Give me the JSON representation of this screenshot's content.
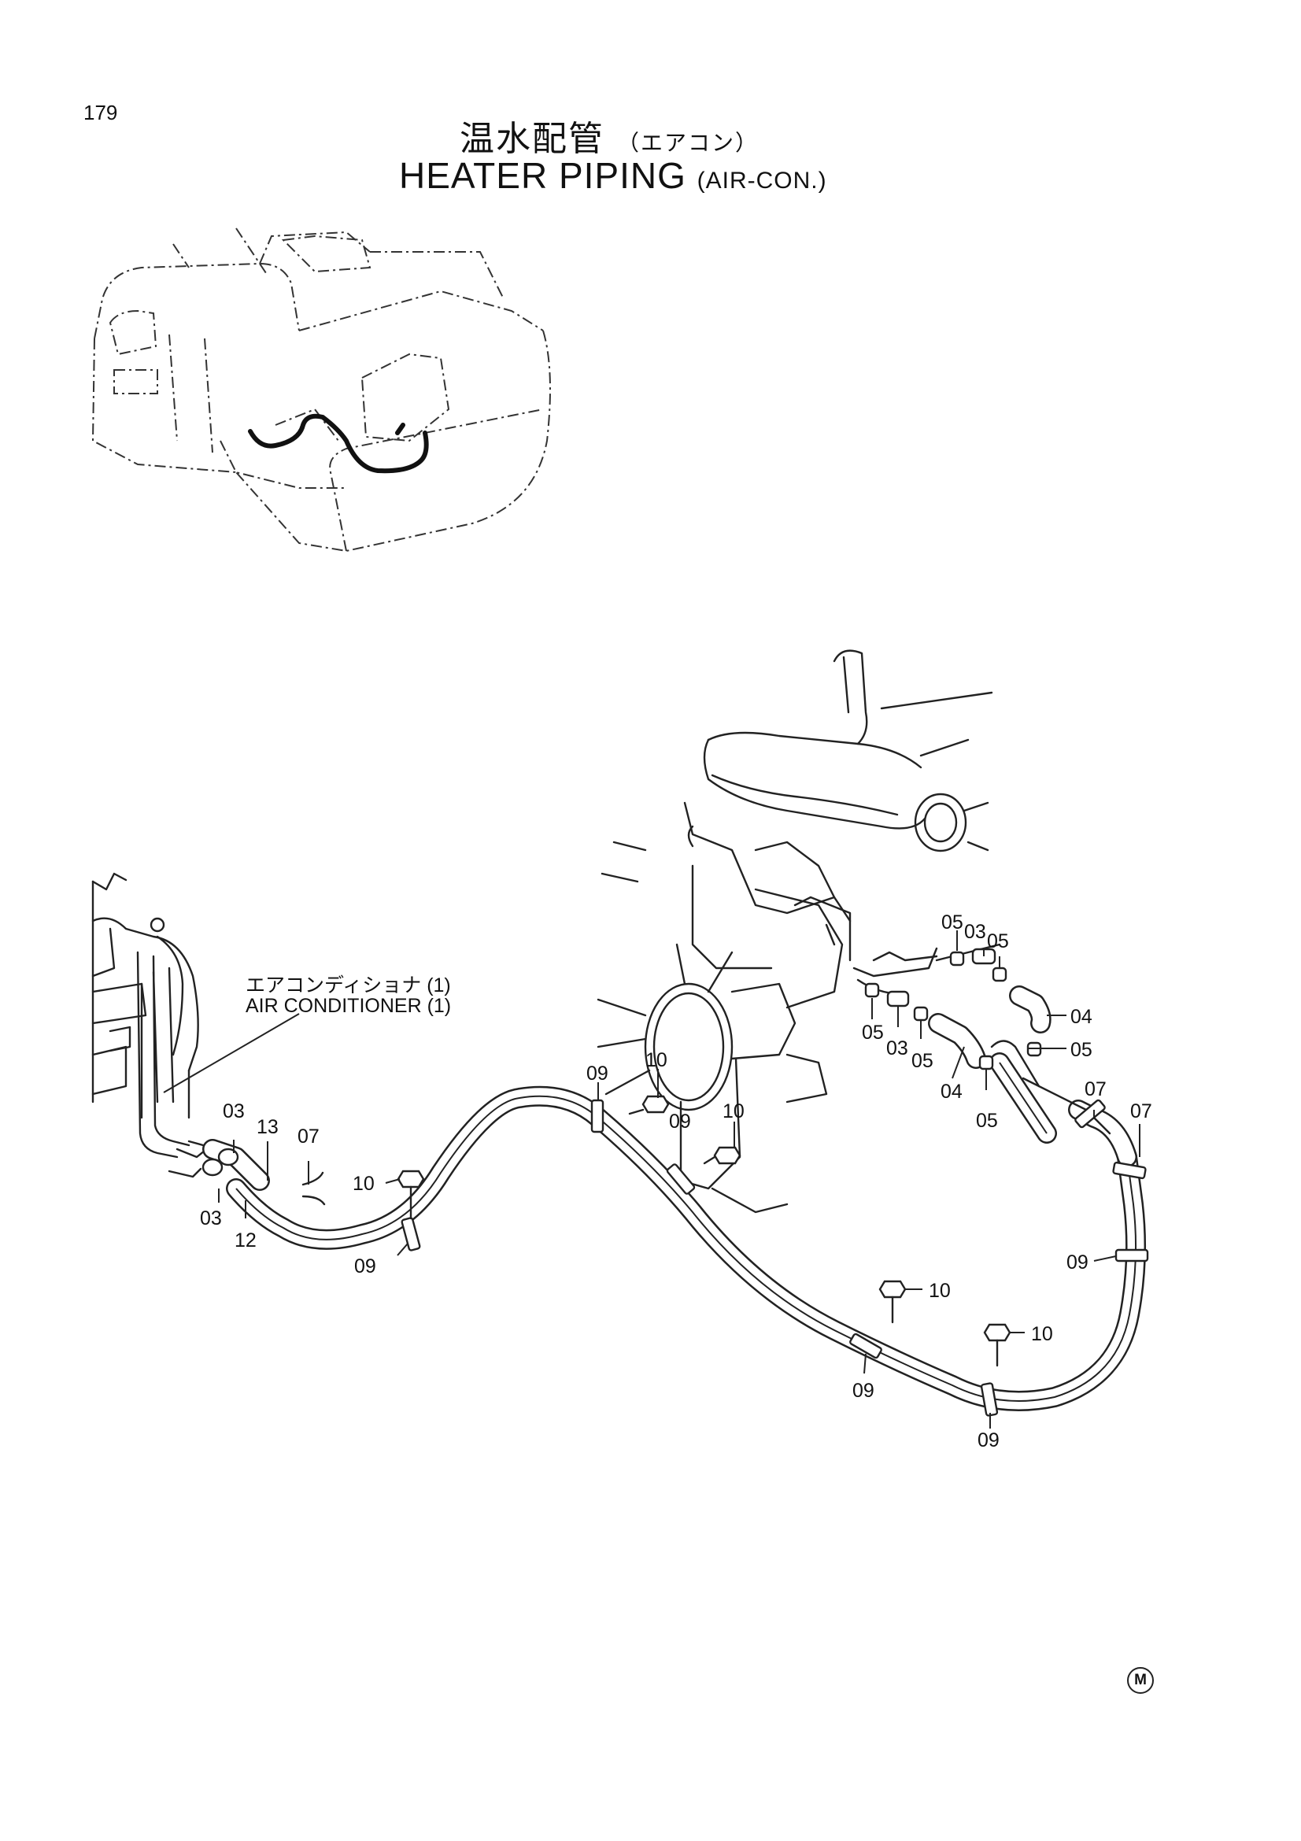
{
  "page_number": "179",
  "title": {
    "jp_main": "温水配管",
    "jp_sub": "（エアコン）",
    "en_main": "HEATER PIPING",
    "en_sub": "(AIR-CON.)"
  },
  "callout": {
    "jp": "エアコンディショナ (1)",
    "en": "AIR CONDITIONER (1)"
  },
  "part_labels": {
    "p03a": "03",
    "p13": "13",
    "p07a": "07",
    "p03b": "03",
    "p12": "12",
    "p10a": "10",
    "p09a": "09",
    "p09b": "09",
    "p10b": "10",
    "p09c": "09",
    "p10c": "10",
    "p10d": "10",
    "p09d": "09",
    "p10e": "10",
    "p09e": "09",
    "p09f": "09",
    "p05a": "05",
    "p03c": "03",
    "p05b": "05",
    "p04a": "04",
    "p05c": "05",
    "p03d": "03",
    "p05d": "05",
    "p04b": "04",
    "p05e": "05",
    "p05f": "05",
    "p07b": "07",
    "p07c": "07"
  },
  "maker_mark": "M"
}
